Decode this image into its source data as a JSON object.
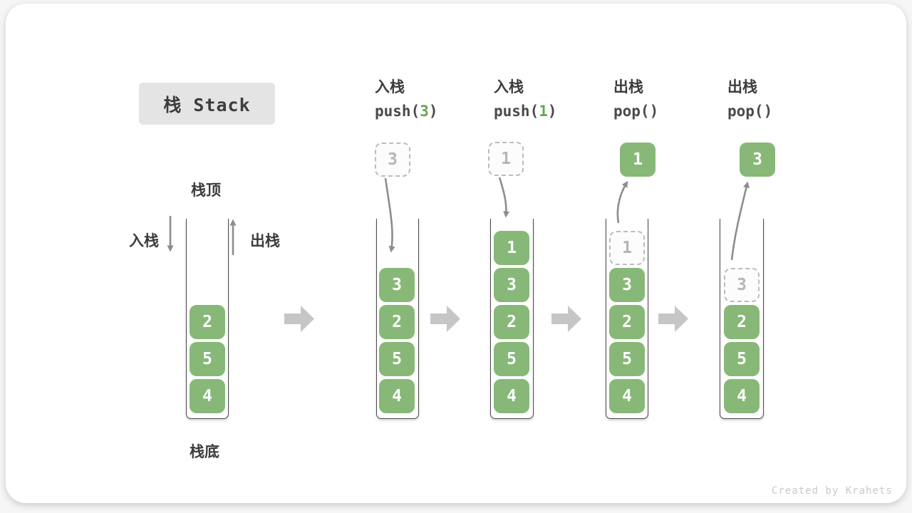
{
  "title": "栈 Stack",
  "side_labels": {
    "stack_top": "栈顶",
    "stack_bottom": "栈底",
    "push_label": "入栈",
    "pop_label": "出栈"
  },
  "operations": [
    {
      "action": "入栈",
      "code_pre": "push(",
      "code_arg": "3",
      "code_post": ")"
    },
    {
      "action": "入栈",
      "code_pre": "push(",
      "code_arg": "1",
      "code_post": ")"
    },
    {
      "action": "出栈",
      "code_pre": "pop(",
      "code_arg": "",
      "code_post": ")"
    },
    {
      "action": "出栈",
      "code_pre": "pop(",
      "code_arg": "",
      "code_post": ")"
    }
  ],
  "stacks": [
    {
      "cells": [
        {
          "value": "2"
        },
        {
          "value": "5"
        },
        {
          "value": "4"
        }
      ]
    },
    {
      "floating": {
        "value": "3",
        "style": "ghost"
      },
      "cells": [
        {
          "value": "3"
        },
        {
          "value": "2"
        },
        {
          "value": "5"
        },
        {
          "value": "4"
        }
      ]
    },
    {
      "floating": {
        "value": "1",
        "style": "ghost"
      },
      "cells": [
        {
          "value": "1"
        },
        {
          "value": "3"
        },
        {
          "value": "2"
        },
        {
          "value": "5"
        },
        {
          "value": "4"
        }
      ]
    },
    {
      "floating": {
        "value": "1",
        "style": "solid"
      },
      "cells": [
        {
          "value": "1",
          "ghost": true
        },
        {
          "value": "3"
        },
        {
          "value": "2"
        },
        {
          "value": "5"
        },
        {
          "value": "4"
        }
      ]
    },
    {
      "floating": {
        "value": "3",
        "style": "solid"
      },
      "cells": [
        {
          "value": "3",
          "ghost": true
        },
        {
          "value": "2"
        },
        {
          "value": "5"
        },
        {
          "value": "4"
        }
      ]
    }
  ],
  "footer": "Created by Krahets",
  "colors": {
    "box_green": "#87b878",
    "code_arg_green": "#69a357",
    "arrow_gray": "#8d8d8d",
    "block_arrow_gray": "#c6c6c6",
    "ghost_gray": "#b5b5b5",
    "text_dark": "#3c3c3c",
    "title_box_bg": "#e4e4e4"
  }
}
